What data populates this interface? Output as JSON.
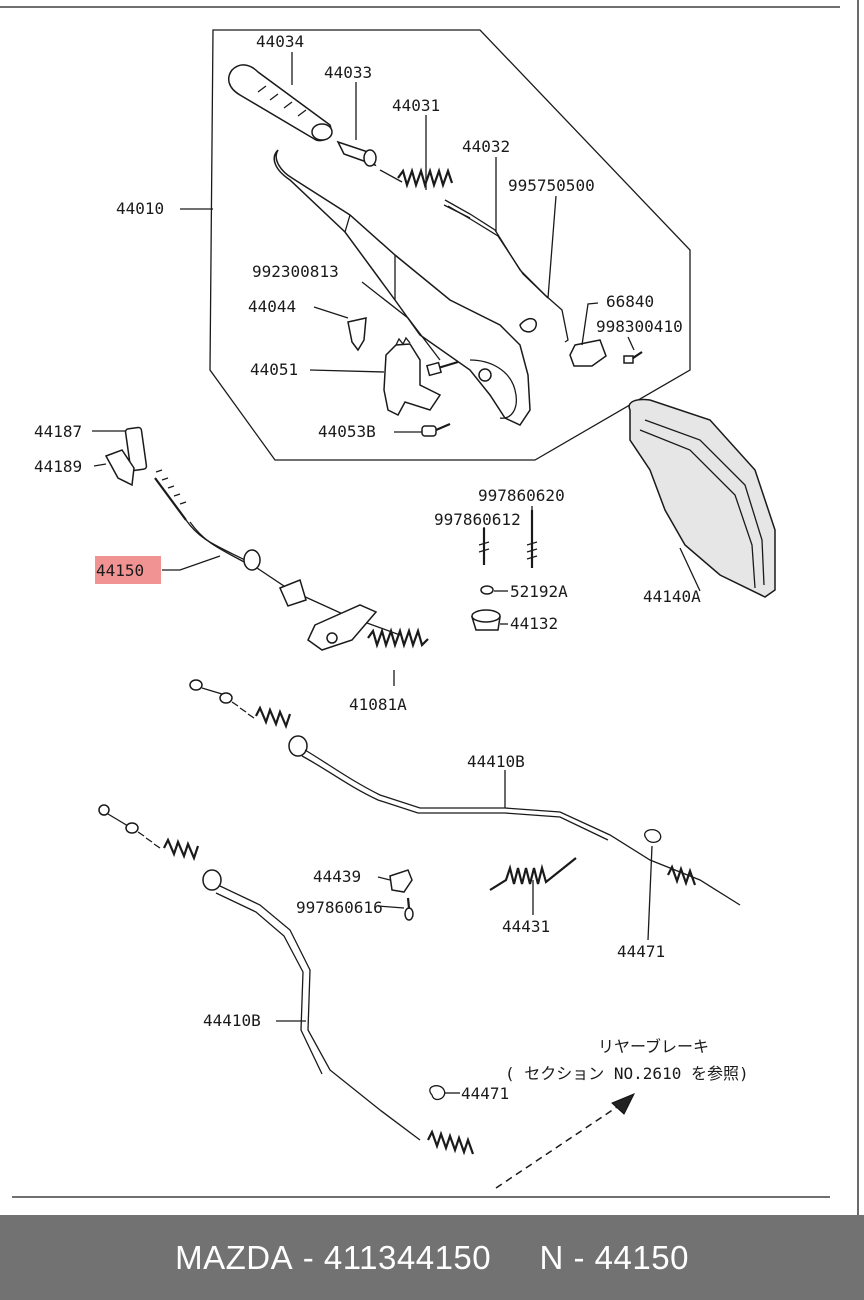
{
  "labels": {
    "p44034": "44034",
    "p44033": "44033",
    "p44031": "44031",
    "p44032": "44032",
    "p9957505": "9957505",
    "p00": "00",
    "p44010": "44010",
    "p99230": "99230",
    "p0813": "0813",
    "p44044": "44044",
    "p66840": "66840",
    "p99830": "99830",
    "p0410": "0410",
    "p44051": "44051",
    "p44053B": "44053B",
    "p44187": "44187",
    "p44189": "44189",
    "p997860620": "997860620",
    "p997860612": "997860612",
    "p44150": "44150",
    "p52192A": "52192A",
    "p44140A": "44140A",
    "p44132": "44132",
    "p41081A": "41081A",
    "p44410B_top": "44410B",
    "p44439": "44439",
    "p997860616": "997860616",
    "p44431": "44431",
    "p44471_right": "44471",
    "p44410B_bottom": "44410B",
    "p44471_bottom": "44471"
  },
  "note": {
    "line1": "リヤーブレーキ",
    "line2": "( セクション NO.2610 を参照)"
  },
  "highlight_color": "#f08080",
  "footer": {
    "brand": "MAZDA",
    "part_number": "411344150",
    "code_prefix": "N",
    "code": "44150"
  }
}
